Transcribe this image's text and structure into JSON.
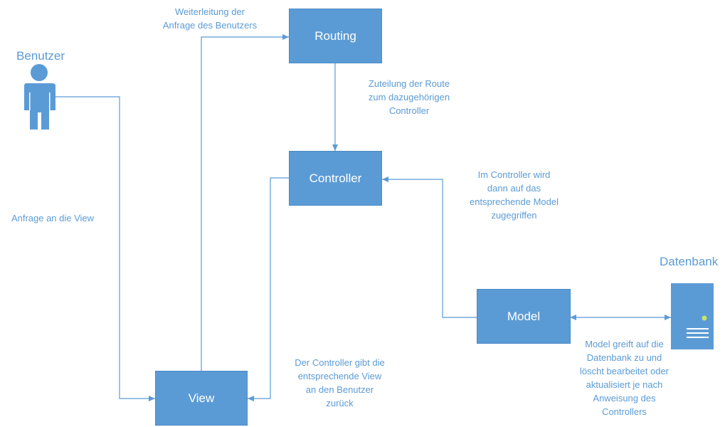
{
  "actors": {
    "user_label": "Benutzer",
    "database_label": "Datenbank"
  },
  "boxes": {
    "routing": "Routing",
    "controller": "Controller",
    "view": "View",
    "model": "Model"
  },
  "notes": {
    "forward_request": "Weiterleitung der\nAnfrage des Benutzers",
    "route_assignment": "Zuteilung der Route\nzum dazugehörigen\nController",
    "controller_model": "Im Controller wird\ndann auf das\nentsprechende Model\nzugegriffen",
    "request_view": "Anfrage an die View",
    "controller_returns_view": "Der Controller gibt die\nentsprechende View\nan den Benutzer\nzurück",
    "model_database": "Model greift auf die\nDatenbank zu und\nlöscht bearbeitet oder\naktualisiert je nach\nAnweisung des\nControllers"
  },
  "colors": {
    "primary": "#5b9bd5",
    "box_text": "#ffffff"
  }
}
